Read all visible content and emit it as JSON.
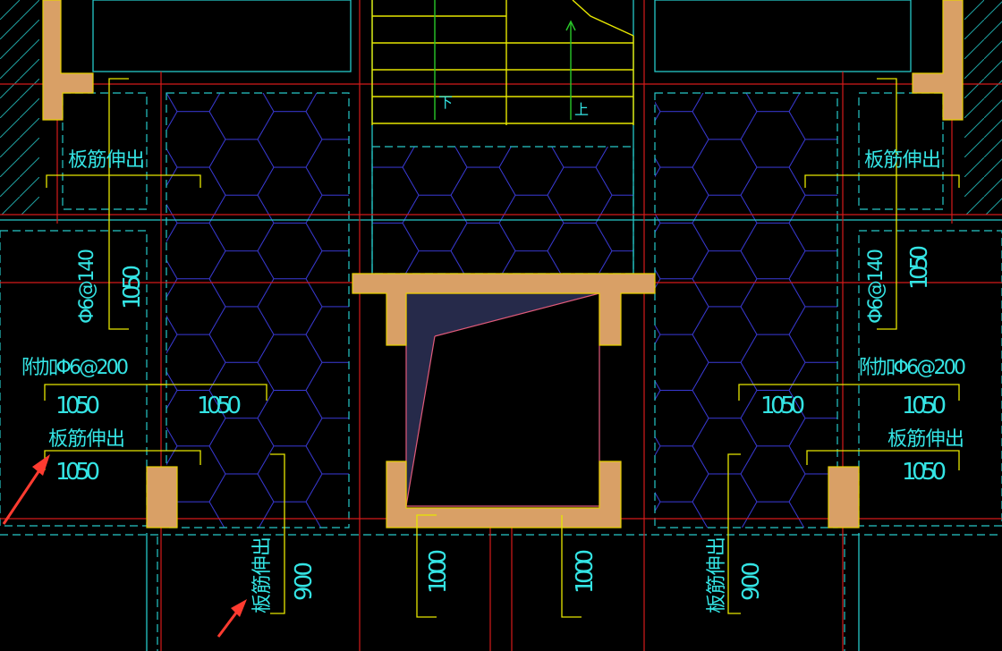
{
  "drawing": {
    "background": "#000000",
    "colors": {
      "grid_red": "#d41a1a",
      "hatch_blue": "#3a3ad8",
      "dashed_cyan": "#26c8c8",
      "text_cyan": "#34e4e4",
      "dim_yellow": "#e6e600",
      "wall_fill": "#d9a066",
      "opening_fill": "#262a4a",
      "stair_green": "#29c729"
    },
    "labels": {
      "rebar_extend": "板筋伸出",
      "extra_bar": "附加Φ6@200",
      "bar_spacing": "Φ6@140",
      "stair_down": "下",
      "stair_up": "上",
      "dim_1050": "1050",
      "dim_900": "900",
      "dim_1000": "1000"
    },
    "annotations": [
      {
        "kind": "arrow-marker",
        "icon": "red-arrow-icon",
        "color": "#ff3b30"
      },
      {
        "kind": "arrow-marker",
        "icon": "red-arrow-icon",
        "color": "#ff3b30"
      }
    ]
  }
}
